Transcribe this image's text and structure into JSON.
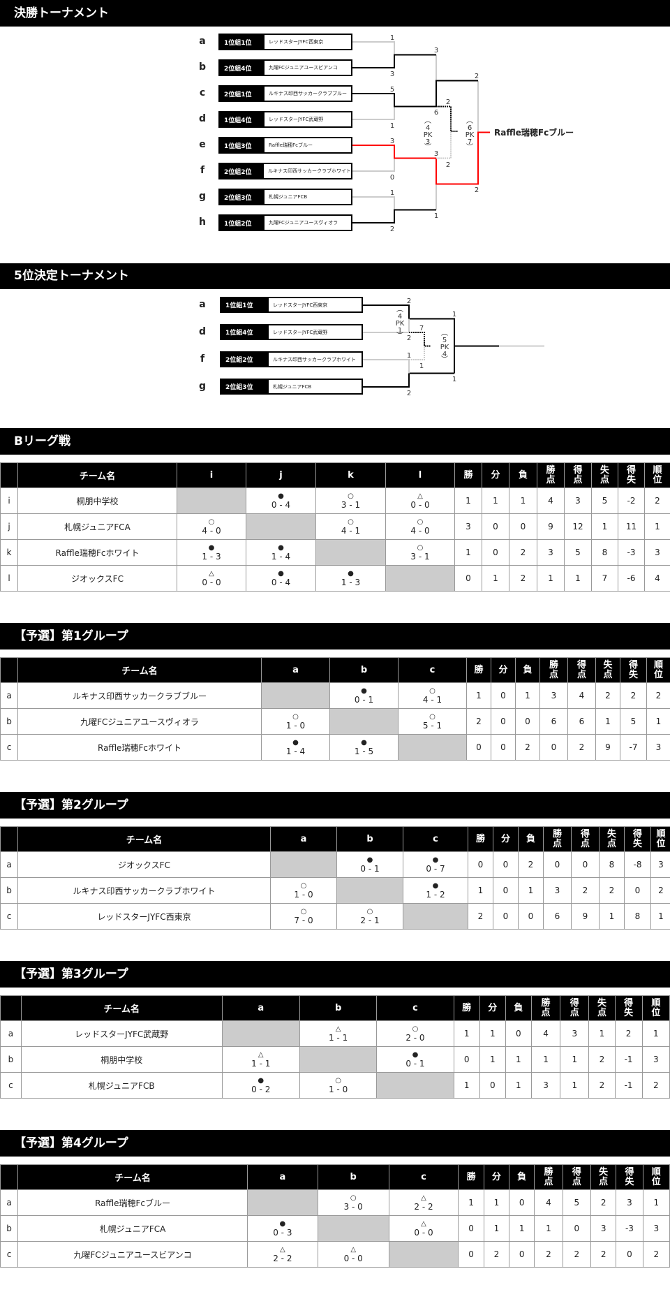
{
  "final_tournament": {
    "title": "決勝トーナメント",
    "entries": [
      {
        "letter": "a",
        "seed": "1位組1位",
        "team": "レッドスターJYFC西東京"
      },
      {
        "letter": "b",
        "seed": "2位組4位",
        "team": "九曜FCジュニアユースビアンコ"
      },
      {
        "letter": "c",
        "seed": "2位組1位",
        "team": "ルキナス印西サッカークラブブルー"
      },
      {
        "letter": "d",
        "seed": "1位組4位",
        "team": "レッドスターJYFC武蔵野"
      },
      {
        "letter": "e",
        "seed": "1位組3位",
        "team": "Raffle瑞穂Fcブルー"
      },
      {
        "letter": "f",
        "seed": "2位組2位",
        "team": "ルキナス印西サッカークラブホワイト"
      },
      {
        "letter": "g",
        "seed": "2位組3位",
        "team": "札幌ジュニアFCB"
      },
      {
        "letter": "h",
        "seed": "1位組2位",
        "team": "九曜FCジュニアユースヴィオラ"
      }
    ],
    "round1_scores": [
      [
        "1",
        "3"
      ],
      [
        "5",
        "1"
      ],
      [
        "3",
        "0"
      ],
      [
        "1",
        "2"
      ]
    ],
    "round2_scores": [
      [
        "3",
        "6"
      ],
      [
        "3",
        "1"
      ]
    ],
    "final_scores": [
      "2",
      "2"
    ],
    "final_pk": {
      "left": "6",
      "label": "PK",
      "right": "7"
    },
    "third_place_scores": [
      "2",
      "2"
    ],
    "third_place_pk": {
      "left": "4",
      "label": "PK",
      "right": "3"
    },
    "champion": "Raffle瑞穂Fcブルー",
    "colors": {
      "winner": "#000000",
      "loser": "#cccccc",
      "champion_path": "#ff0000"
    }
  },
  "fifth_place_tournament": {
    "title": "5位決定トーナメント",
    "entries": [
      {
        "letter": "a",
        "seed": "1位組1位",
        "team": "レッドスターJYFC西東京"
      },
      {
        "letter": "d",
        "seed": "1位組4位",
        "team": "レッドスターJYFC武蔵野"
      },
      {
        "letter": "f",
        "seed": "2位組2位",
        "team": "ルキナス印西サッカークラブホワイト"
      },
      {
        "letter": "g",
        "seed": "2位組3位",
        "team": "札幌ジュニアFCB"
      }
    ],
    "round1_scores": [
      [
        "2",
        "2"
      ],
      [
        "1",
        "2"
      ]
    ],
    "round1_pk": {
      "left": "4",
      "label": "PK",
      "right": "1"
    },
    "final_scores": [
      "1",
      "1"
    ],
    "final_pk": {
      "left": "5",
      "label": "PK",
      "right": "4"
    },
    "third_place_scores": [
      "7",
      "1"
    ]
  },
  "tables": [
    {
      "title": "Bリーグ戦",
      "team_header": "チーム名",
      "columns": [
        "i",
        "j",
        "k",
        "l"
      ],
      "stat_headers": [
        "勝",
        "分",
        "負",
        "勝点",
        "得点",
        "失点",
        "得失",
        "順位"
      ],
      "rows": [
        {
          "id": "i",
          "team": "桐朋中学校",
          "results": [
            null,
            {
              "mark": "●",
              "score": "0 - 4"
            },
            {
              "mark": "○",
              "score": "3 - 1"
            },
            {
              "mark": "△",
              "score": "0 - 0"
            }
          ],
          "stats": [
            "1",
            "1",
            "1",
            "4",
            "3",
            "5",
            "-2",
            "2"
          ]
        },
        {
          "id": "j",
          "team": "札幌ジュニアFCA",
          "results": [
            {
              "mark": "○",
              "score": "4 - 0"
            },
            null,
            {
              "mark": "○",
              "score": "4 - 1"
            },
            {
              "mark": "○",
              "score": "4 - 0"
            }
          ],
          "stats": [
            "3",
            "0",
            "0",
            "9",
            "12",
            "1",
            "11",
            "1"
          ]
        },
        {
          "id": "k",
          "team": "Raffle瑞穂Fcホワイト",
          "results": [
            {
              "mark": "●",
              "score": "1 - 3"
            },
            {
              "mark": "●",
              "score": "1 - 4"
            },
            null,
            {
              "mark": "○",
              "score": "3 - 1"
            }
          ],
          "stats": [
            "1",
            "0",
            "2",
            "3",
            "5",
            "8",
            "-3",
            "3"
          ]
        },
        {
          "id": "l",
          "team": "ジオックスFC",
          "results": [
            {
              "mark": "△",
              "score": "0 - 0"
            },
            {
              "mark": "●",
              "score": "0 - 4"
            },
            {
              "mark": "●",
              "score": "1 - 3"
            },
            null
          ],
          "stats": [
            "0",
            "1",
            "2",
            "1",
            "1",
            "7",
            "-6",
            "4"
          ]
        }
      ]
    },
    {
      "title": "【予選】第1グループ",
      "team_header": "チーム名",
      "columns": [
        "a",
        "b",
        "c"
      ],
      "stat_headers": [
        "勝",
        "分",
        "負",
        "勝点",
        "得点",
        "失点",
        "得失",
        "順位"
      ],
      "rows": [
        {
          "id": "a",
          "team": "ルキナス印西サッカークラブブルー",
          "results": [
            null,
            {
              "mark": "●",
              "score": "0 - 1"
            },
            {
              "mark": "○",
              "score": "4 - 1"
            }
          ],
          "stats": [
            "1",
            "0",
            "1",
            "3",
            "4",
            "2",
            "2",
            "2"
          ]
        },
        {
          "id": "b",
          "team": "九曜FCジュニアユースヴィオラ",
          "results": [
            {
              "mark": "○",
              "score": "1 - 0"
            },
            null,
            {
              "mark": "○",
              "score": "5 - 1"
            }
          ],
          "stats": [
            "2",
            "0",
            "0",
            "6",
            "6",
            "1",
            "5",
            "1"
          ]
        },
        {
          "id": "c",
          "team": "Raffle瑞穂Fcホワイト",
          "results": [
            {
              "mark": "●",
              "score": "1 - 4"
            },
            {
              "mark": "●",
              "score": "1 - 5"
            },
            null
          ],
          "stats": [
            "0",
            "0",
            "2",
            "0",
            "2",
            "9",
            "-7",
            "3"
          ]
        }
      ]
    },
    {
      "title": "【予選】第2グループ",
      "team_header": "チーム名",
      "columns": [
        "a",
        "b",
        "c"
      ],
      "stat_headers": [
        "勝",
        "分",
        "負",
        "勝点",
        "得点",
        "失点",
        "得失",
        "順位"
      ],
      "rows": [
        {
          "id": "a",
          "team": "ジオックスFC",
          "results": [
            null,
            {
              "mark": "●",
              "score": "0 - 1"
            },
            {
              "mark": "●",
              "score": "0 - 7"
            }
          ],
          "stats": [
            "0",
            "0",
            "2",
            "0",
            "0",
            "8",
            "-8",
            "3"
          ]
        },
        {
          "id": "b",
          "team": "ルキナス印西サッカークラブホワイト",
          "results": [
            {
              "mark": "○",
              "score": "1 - 0"
            },
            null,
            {
              "mark": "●",
              "score": "1 - 2"
            }
          ],
          "stats": [
            "1",
            "0",
            "1",
            "3",
            "2",
            "2",
            "0",
            "2"
          ]
        },
        {
          "id": "c",
          "team": "レッドスターJYFC西東京",
          "results": [
            {
              "mark": "○",
              "score": "7 - 0"
            },
            {
              "mark": "○",
              "score": "2 - 1"
            },
            null
          ],
          "stats": [
            "2",
            "0",
            "0",
            "6",
            "9",
            "1",
            "8",
            "1"
          ]
        }
      ]
    },
    {
      "title": "【予選】第3グループ",
      "team_header": "チーム名",
      "columns": [
        "a",
        "b",
        "c"
      ],
      "stat_headers": [
        "勝",
        "分",
        "負",
        "勝点",
        "得点",
        "失点",
        "得失",
        "順位"
      ],
      "rows": [
        {
          "id": "a",
          "team": "レッドスターJYFC武蔵野",
          "results": [
            null,
            {
              "mark": "△",
              "score": "1 - 1"
            },
            {
              "mark": "○",
              "score": "2 - 0"
            }
          ],
          "stats": [
            "1",
            "1",
            "0",
            "4",
            "3",
            "1",
            "2",
            "1"
          ]
        },
        {
          "id": "b",
          "team": "桐朋中学校",
          "results": [
            {
              "mark": "△",
              "score": "1 - 1"
            },
            null,
            {
              "mark": "●",
              "score": "0 - 1"
            }
          ],
          "stats": [
            "0",
            "1",
            "1",
            "1",
            "1",
            "2",
            "-1",
            "3"
          ]
        },
        {
          "id": "c",
          "team": "札幌ジュニアFCB",
          "results": [
            {
              "mark": "●",
              "score": "0 - 2"
            },
            {
              "mark": "○",
              "score": "1 - 0"
            },
            null
          ],
          "stats": [
            "1",
            "0",
            "1",
            "3",
            "1",
            "2",
            "-1",
            "2"
          ]
        }
      ]
    },
    {
      "title": "【予選】第4グループ",
      "team_header": "チーム名",
      "columns": [
        "a",
        "b",
        "c"
      ],
      "stat_headers": [
        "勝",
        "分",
        "負",
        "勝点",
        "得点",
        "失点",
        "得失",
        "順位"
      ],
      "rows": [
        {
          "id": "a",
          "team": "Raffle瑞穂Fcブルー",
          "results": [
            null,
            {
              "mark": "○",
              "score": "3 - 0"
            },
            {
              "mark": "△",
              "score": "2 - 2"
            }
          ],
          "stats": [
            "1",
            "1",
            "0",
            "4",
            "5",
            "2",
            "3",
            "1"
          ]
        },
        {
          "id": "b",
          "team": "札幌ジュニアFCA",
          "results": [
            {
              "mark": "●",
              "score": "0 - 3"
            },
            null,
            {
              "mark": "△",
              "score": "0 - 0"
            }
          ],
          "stats": [
            "0",
            "1",
            "1",
            "1",
            "0",
            "3",
            "-3",
            "3"
          ]
        },
        {
          "id": "c",
          "team": "九曜FCジュニアユースビアンコ",
          "results": [
            {
              "mark": "△",
              "score": "2 - 2"
            },
            {
              "mark": "△",
              "score": "0 - 0"
            },
            null
          ],
          "stats": [
            "0",
            "2",
            "0",
            "2",
            "2",
            "2",
            "0",
            "2"
          ]
        }
      ]
    }
  ]
}
